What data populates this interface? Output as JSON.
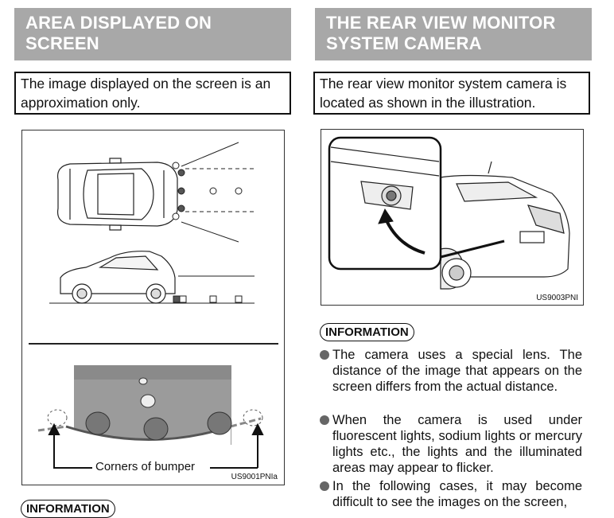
{
  "left": {
    "header": "AREA DISPLAYED ON SCREEN",
    "header_line1": "AREA DISPLAYED ON",
    "header_line2": "SCREEN",
    "note": "The image displayed on the screen is an approximation only.",
    "figure_code": "US9001PNIa",
    "corners_label": "Corners of bumper",
    "info_label": "INFORMATION"
  },
  "right": {
    "header": "THE REAR VIEW MONITOR SYSTEM CAMERA",
    "header_line1": "THE REAR VIEW MONITOR",
    "header_line2": "SYSTEM CAMERA",
    "note": "The rear view monitor system camera is located as shown in the illustration.",
    "figure_code": "US9003PNI",
    "info_label": "INFORMATION",
    "bullets": [
      "The camera uses a special lens. The distance of the image that appears on the screen differs from the actual distance.",
      "When the camera is used under fluorescent lights, sodium lights or mercury lights etc., the lights and the illuminated areas may appear to flicker.",
      "In the following cases, it may become difficult to see the images on the screen,"
    ]
  },
  "colors": {
    "header_bg": "#a8a8a8",
    "screen_bg": "#999999",
    "bullet_dot": "#666666"
  }
}
